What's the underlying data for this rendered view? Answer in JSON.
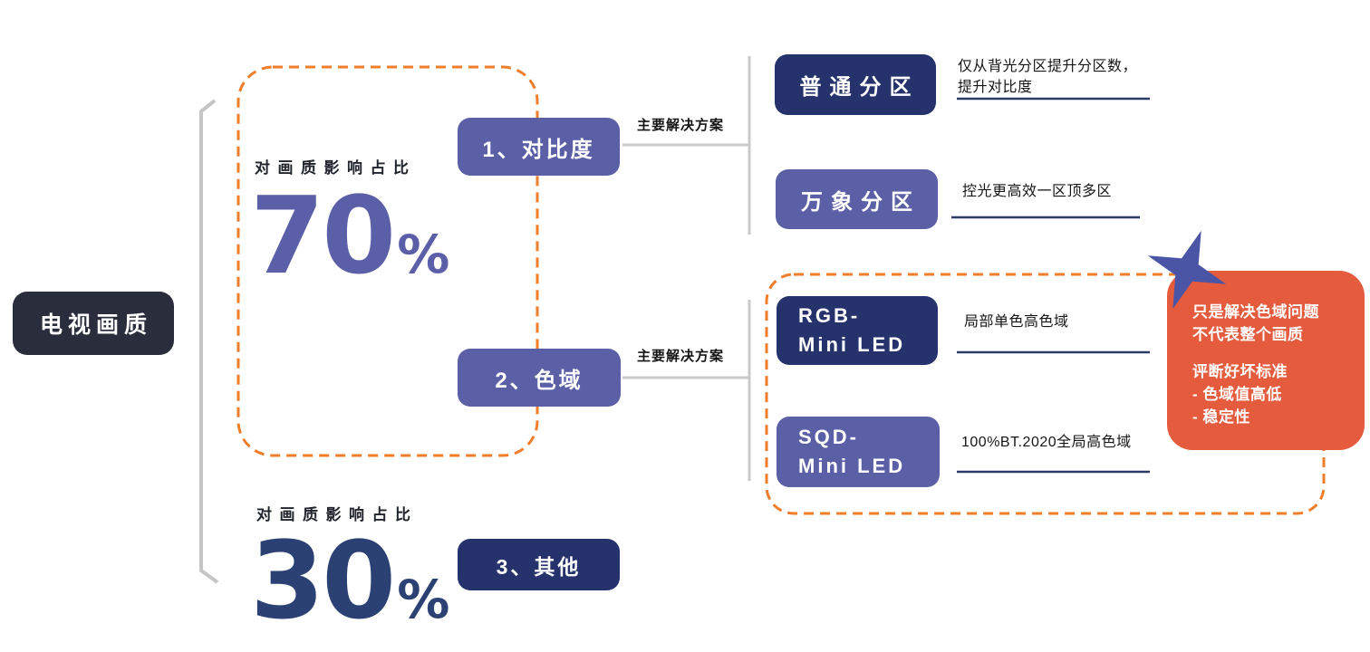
{
  "palette": {
    "node_navy": "#26326B",
    "node_purple": "#5A5FA6",
    "root_dark": "#2A2E3C",
    "dashed_orange": "#EF7D2A",
    "callout_orange": "#E55B3D",
    "star_blue": "#4B55A5",
    "num_70_color": "#5B5FA8",
    "num_30_color": "#2B4173",
    "underline_navy": "#2B3A67",
    "connector_gray": "#C9C9C9"
  },
  "root": {
    "label": "电视画质"
  },
  "impact_70": {
    "caption": "对画质影响占比",
    "value": "70",
    "unit": "%"
  },
  "impact_30": {
    "caption": "对画质影响占比",
    "value": "30",
    "unit": "%"
  },
  "branch_contrast": {
    "label": "1、对比度",
    "connector_label": "主要解决方案"
  },
  "branch_gamut": {
    "label": "2、色域",
    "connector_label": "主要解决方案"
  },
  "branch_other": {
    "label": "3、其他"
  },
  "solutions": {
    "putong": {
      "label": "普通分区",
      "note_lines": [
        "仅从背光分区提升分区数，",
        "提升对比度"
      ]
    },
    "wanxiang": {
      "label": "万象分区",
      "note_lines": [
        "控光更高效一区顶多区"
      ]
    },
    "rgb": {
      "label_lines": [
        "RGB-",
        "Mini LED"
      ],
      "note_lines": [
        "局部单色高色域"
      ]
    },
    "sqd": {
      "label_lines": [
        "SQD-",
        "Mini LED"
      ],
      "note_lines": [
        "100%BT.2020全局高色域"
      ]
    }
  },
  "callout": {
    "para1_lines": [
      "只是解决色域问题",
      "不代表整个画质"
    ],
    "para2_lines": [
      "评断好坏标准",
      "- 色域值高低",
      "- 稳定性"
    ]
  }
}
